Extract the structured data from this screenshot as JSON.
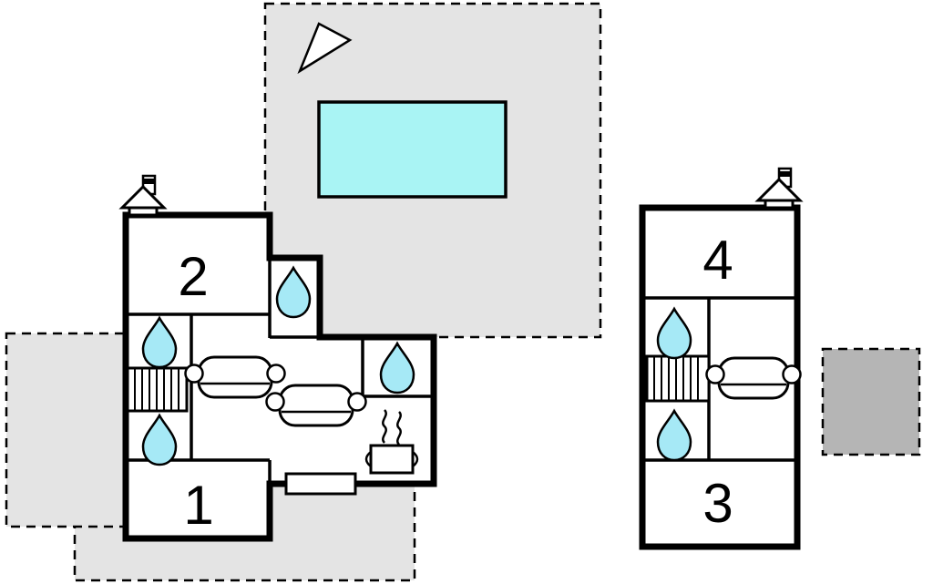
{
  "colors": {
    "pool": "#a9f4f4",
    "drop": "#a6e9f6",
    "terrace": "#e4e4e4",
    "patch": "#b5b5b5",
    "wall": "#000000",
    "floor": "#ffffff"
  },
  "rooms": {
    "r1": "1",
    "r2": "2",
    "r3": "3",
    "r4": "4"
  },
  "icons": {
    "north_arrow": "north-arrow",
    "chimney": "chimney-icon",
    "water_drop": "water-drop-icon",
    "stairs": "stairs-icon",
    "sofa": "sofa-icon",
    "stove": "stove-icon",
    "pool": "swimming-pool",
    "window": "window-bench-icon"
  }
}
